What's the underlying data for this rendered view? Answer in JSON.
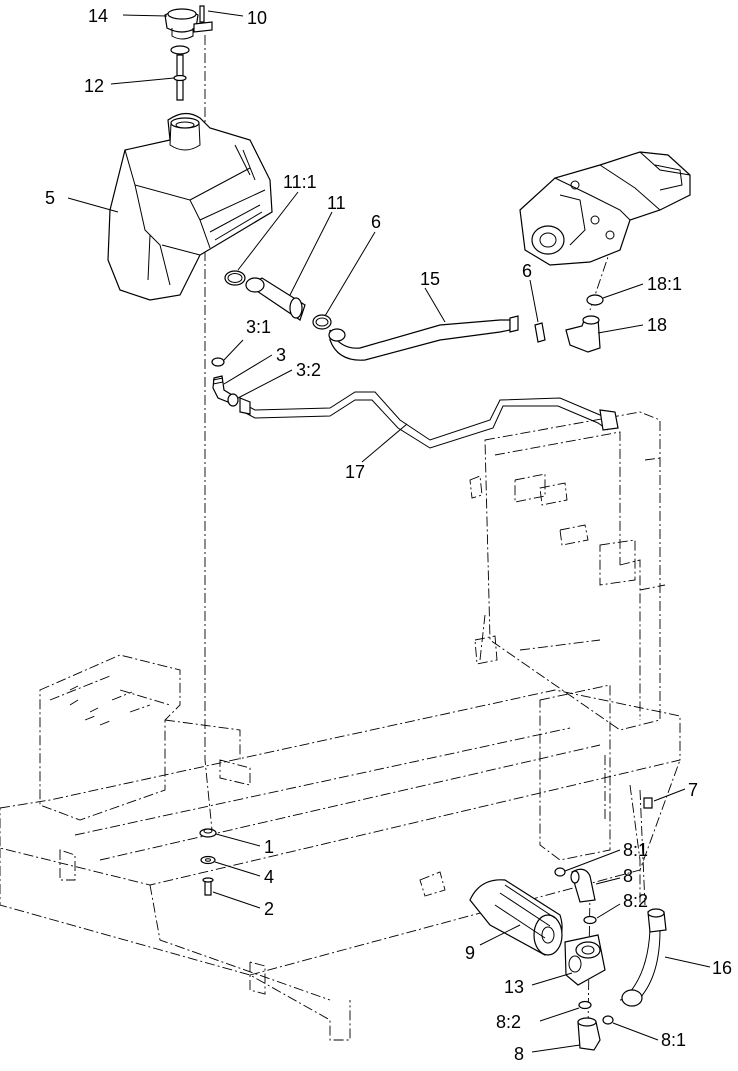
{
  "callouts": [
    {
      "id": "c14",
      "text": "14"
    },
    {
      "id": "c10",
      "text": "10"
    },
    {
      "id": "c12",
      "text": "12"
    },
    {
      "id": "c5",
      "text": "5"
    },
    {
      "id": "c11_1",
      "text": "11:1"
    },
    {
      "id": "c11",
      "text": "11"
    },
    {
      "id": "c6a",
      "text": "6"
    },
    {
      "id": "c15",
      "text": "15"
    },
    {
      "id": "c6b",
      "text": "6"
    },
    {
      "id": "c18_1",
      "text": "18:1"
    },
    {
      "id": "c18",
      "text": "18"
    },
    {
      "id": "c3_1",
      "text": "3:1"
    },
    {
      "id": "c3",
      "text": "3"
    },
    {
      "id": "c3_2",
      "text": "3:2"
    },
    {
      "id": "c17",
      "text": "17"
    },
    {
      "id": "c7",
      "text": "7"
    },
    {
      "id": "c1",
      "text": "1"
    },
    {
      "id": "c8_1a",
      "text": "8:1"
    },
    {
      "id": "c4",
      "text": "4"
    },
    {
      "id": "c8a",
      "text": "8"
    },
    {
      "id": "c2",
      "text": "2"
    },
    {
      "id": "c8_2a",
      "text": "8:2"
    },
    {
      "id": "c9",
      "text": "9"
    },
    {
      "id": "c16",
      "text": "16"
    },
    {
      "id": "c13",
      "text": "13"
    },
    {
      "id": "c8_2b",
      "text": "8:2"
    },
    {
      "id": "c8_1b",
      "text": "8:1"
    },
    {
      "id": "c8b",
      "text": "8"
    }
  ]
}
